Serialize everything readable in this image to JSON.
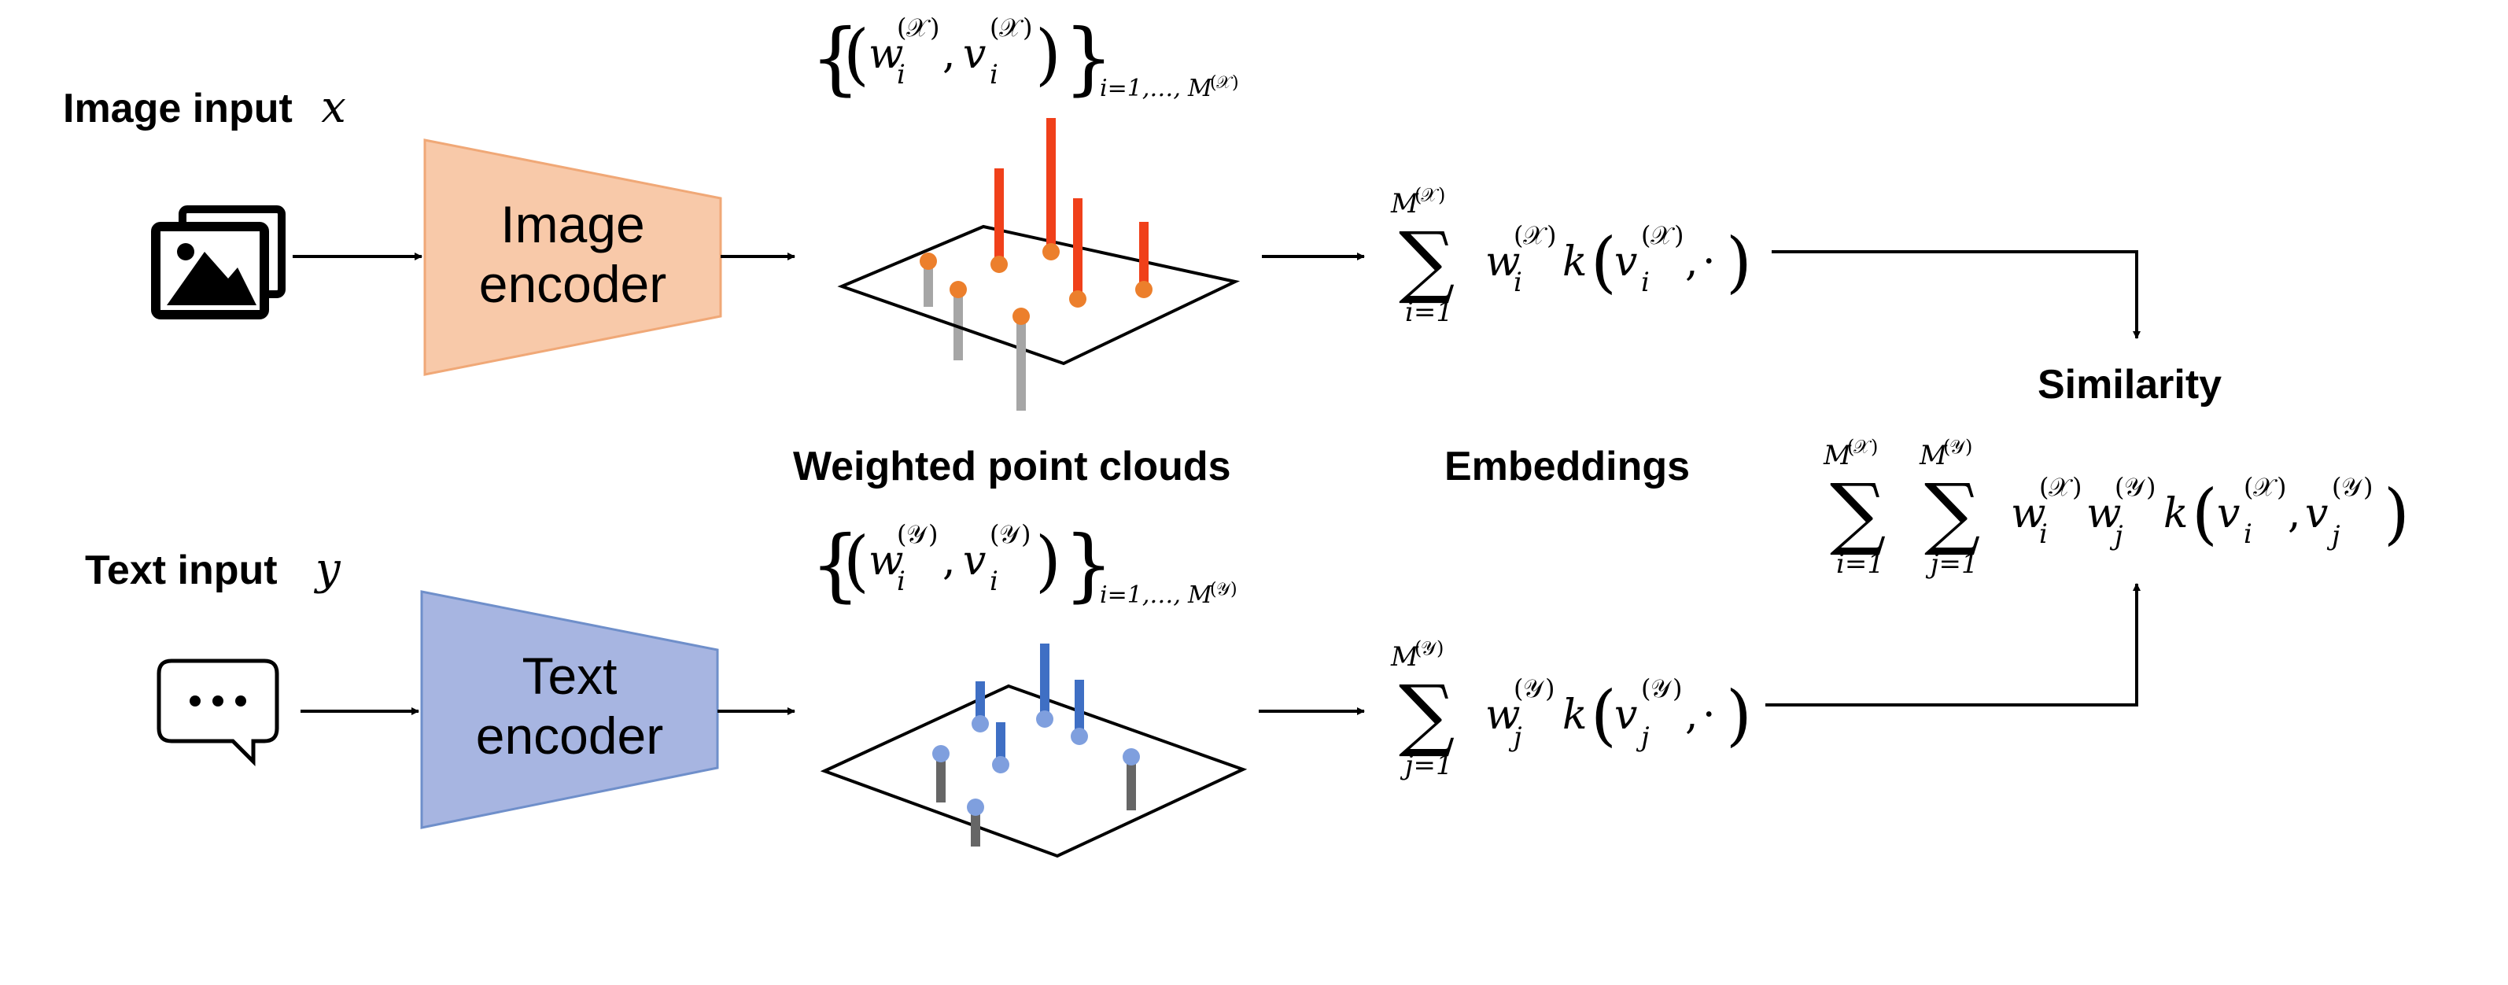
{
  "labels": {
    "image_input": "Image input",
    "image_var": "x",
    "text_input": "Text input",
    "text_var": "y",
    "image_encoder_l1": "Image",
    "image_encoder_l2": "encoder",
    "text_encoder_l1": "Text",
    "text_encoder_l2": "encoder",
    "weighted_point_clouds": "Weighted point clouds",
    "embeddings": "Embeddings",
    "similarity": "Similarity"
  },
  "math": {
    "sum": "∑",
    "i": "i",
    "j": "j",
    "w": "w",
    "v": "v",
    "k": "k",
    "M": "M",
    "X": "𝒳",
    "Y": "𝒴",
    "one": "1",
    "sub_i": "i=1,…,",
    "sub_j": "i=1,…,",
    "eq_i1": "i=1",
    "eq_j1": "j=1",
    "set_open": "{",
    "set_close": "}",
    "paren_open": "(",
    "paren_close": ")",
    "comma": ",",
    "dot": "·"
  },
  "colors": {
    "image_encoder_fill": "#f8c9a9",
    "image_encoder_stroke": "#f0a877",
    "text_encoder_fill": "#a7b5e1",
    "text_encoder_stroke": "#6f8fca",
    "image_stem_up": "#f0401a",
    "image_point": "#ec7f2c",
    "stem_down_light": "#a6a6a6",
    "text_stem_up": "#3f6fc4",
    "text_point": "#7f9fde",
    "stem_down_dark": "#666666"
  },
  "icons": {
    "image_icon": "picture-stack-icon",
    "text_icon": "speech-bubble-icon"
  }
}
